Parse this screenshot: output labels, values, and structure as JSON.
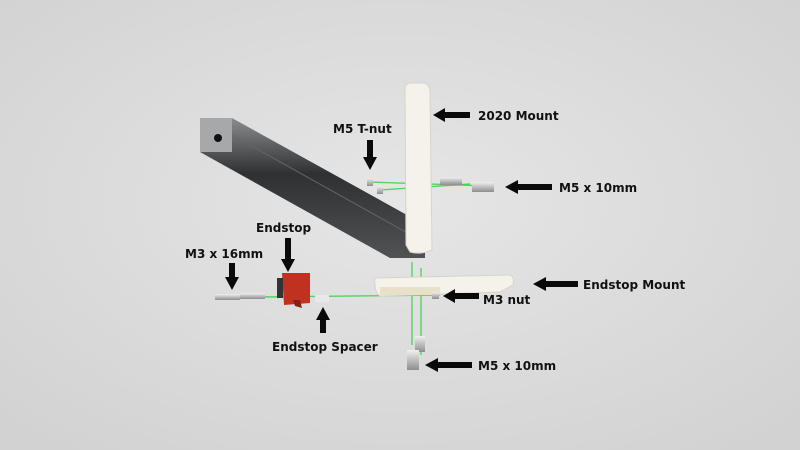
{
  "labels": {
    "mount_2020": "2020 Mount",
    "m5_tnut": "M5 T-nut",
    "m5x10_top": "M5 x 10mm",
    "endstop": "Endstop",
    "m3x16": "M3 x 16mm",
    "endstop_mount": "Endstop Mount",
    "m3_nut": "M3 nut",
    "endstop_spacer": "Endstop Spacer",
    "m5x10_bottom": "M5 x 10mm"
  },
  "colors": {
    "background": "#dedede",
    "guide_lines": "#3fd24a",
    "endstop": "#c0321f",
    "printed_parts": "#f4f2ea",
    "extrusion": "#3a3c3e"
  }
}
